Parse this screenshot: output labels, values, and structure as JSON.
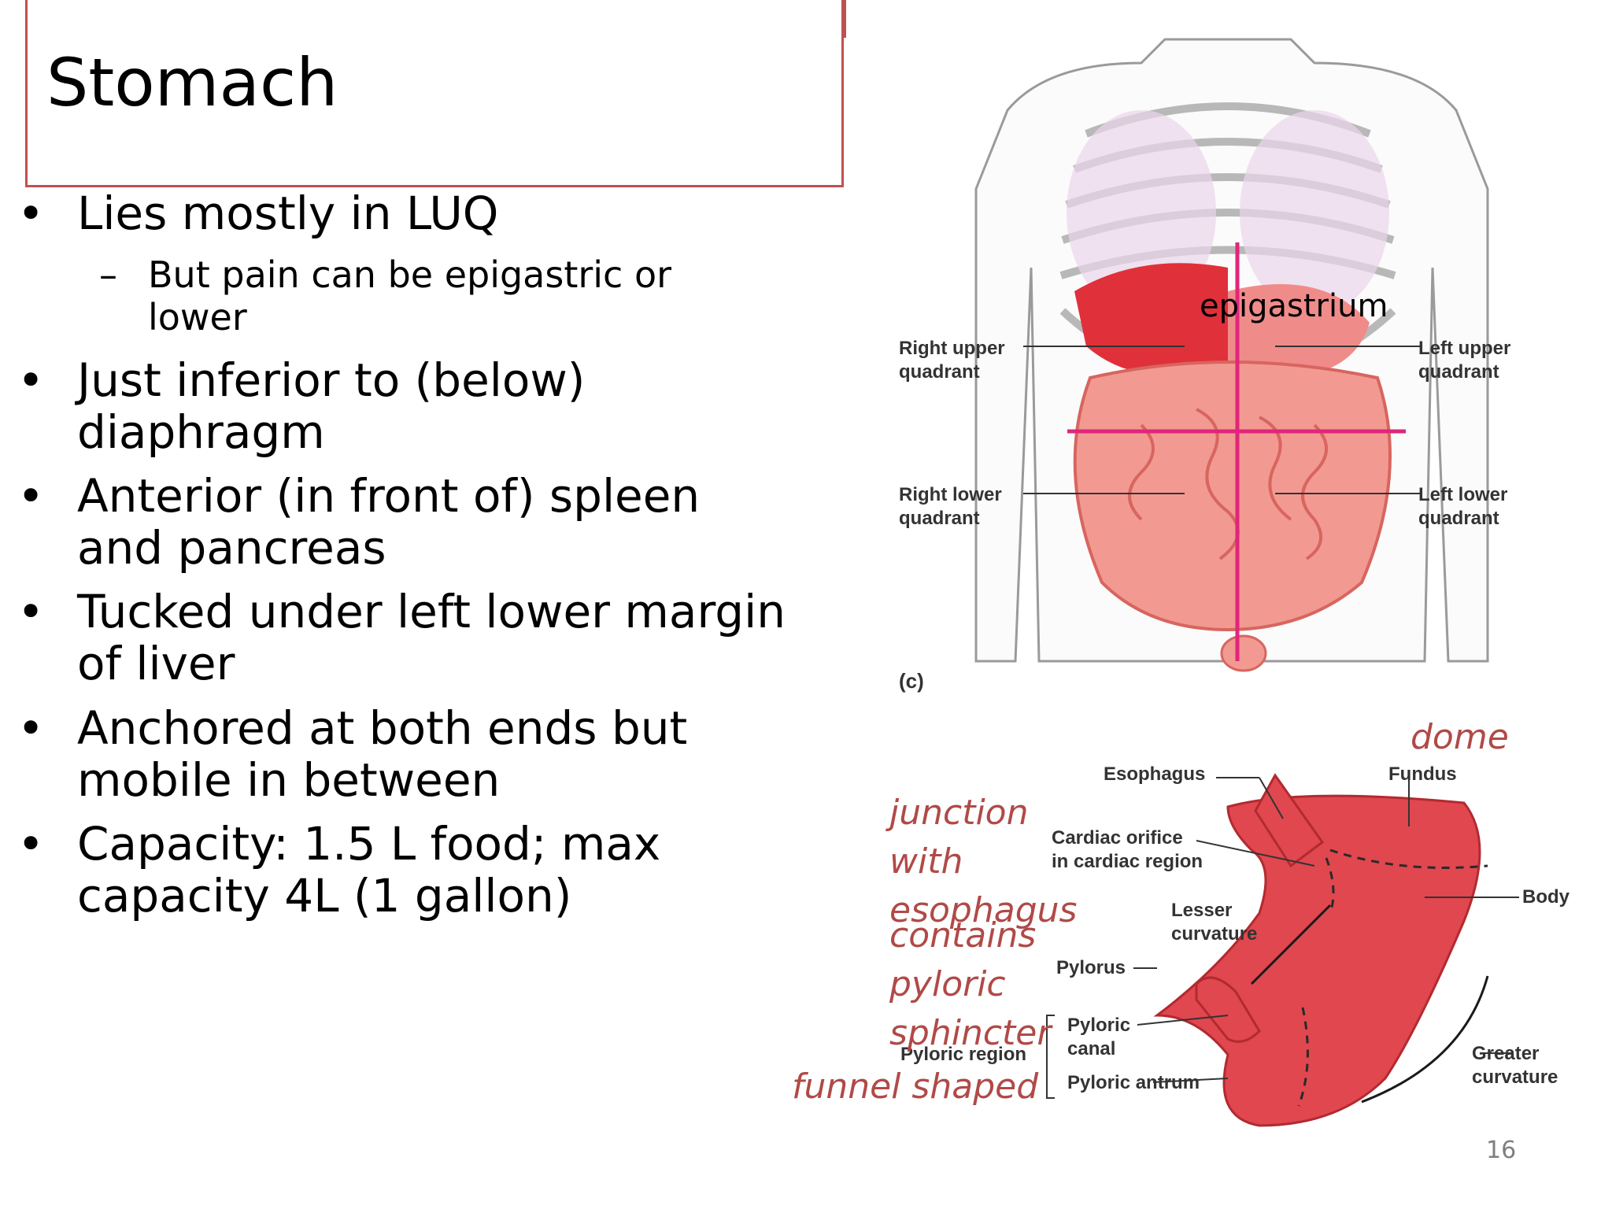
{
  "title": "Stomach",
  "bullets": [
    {
      "text": "Lies mostly in LUQ",
      "sub": [
        "But pain can be epigastric or lower"
      ]
    },
    {
      "text": "Just inferior to (below) diaphragm"
    },
    {
      "text": "Anterior (in front of) spleen and pancreas"
    },
    {
      "text": "Tucked under left lower margin of liver"
    },
    {
      "text": "Anchored at both ends but mobile in between"
    },
    {
      "text": "Capacity: 1.5 L food; max capacity 4L (1 gallon)"
    }
  ],
  "sub_lines": [
    "But pain can be epigastric or",
    "lower"
  ],
  "bullet_lines": [
    [
      "Lies mostly in LUQ"
    ],
    [
      "Just inferior to (below)",
      "diaphragm"
    ],
    [
      "Anterior (in front of) spleen",
      "and pancreas"
    ],
    [
      "Tucked under left lower margin",
      "of liver"
    ],
    [
      "Anchored at both ends but",
      "mobile in between"
    ],
    [
      "Capacity: 1.5 L food; max",
      "capacity 4L (1 gallon)"
    ]
  ],
  "torso_figure": {
    "annotation": "epigastrium",
    "panel_label": "(c)",
    "labels": {
      "ruq": [
        "Right upper",
        "quadrant"
      ],
      "luq": [
        "Left upper",
        "quadrant"
      ],
      "rlq": [
        "Right lower",
        "quadrant"
      ],
      "llq": [
        "Left lower",
        "quadrant"
      ]
    }
  },
  "stomach_figure": {
    "labels": {
      "esophagus": "Esophagus",
      "fundus": "Fundus",
      "cardiac": [
        "Cardiac orifice",
        "in cardiac region"
      ],
      "body": "Body",
      "lesser": [
        "Lesser",
        "curvature"
      ],
      "pylorus": "Pylorus",
      "pyloric_canal": [
        "Pyloric",
        "canal"
      ],
      "pyloric_region": "Pyloric region",
      "pyloric_antrum": "Pyloric antrum",
      "greater": [
        "Greater",
        "curvature"
      ]
    },
    "notes": {
      "dome": "dome",
      "junction": [
        "junction",
        "with",
        "esophagus"
      ],
      "contains": [
        "contains",
        "pyloric",
        "sphincter"
      ],
      "funnel": "funnel shaped"
    }
  },
  "page_number": "16",
  "colors": {
    "accent": "#c0504d",
    "note": "#b04a47",
    "quadrant_line": "#e0267a",
    "organ": "#e0474f"
  }
}
